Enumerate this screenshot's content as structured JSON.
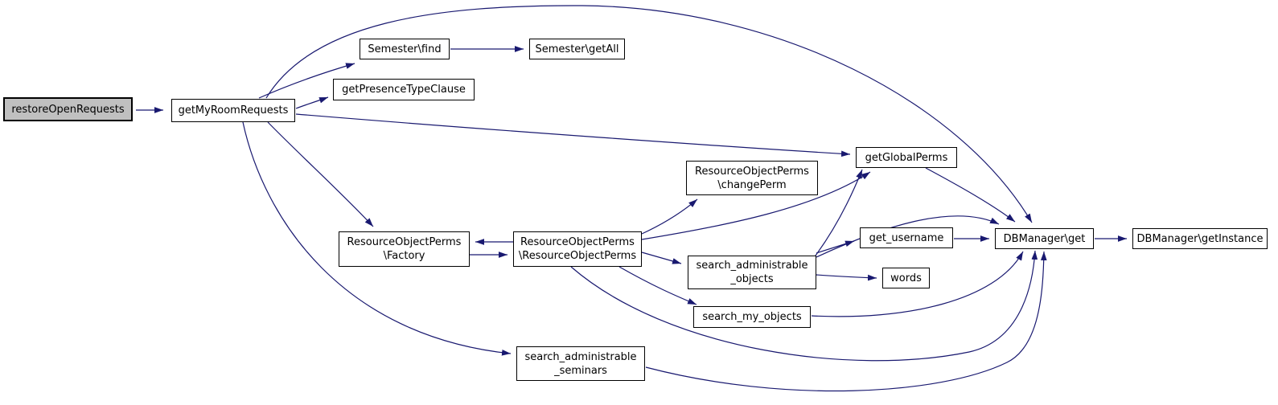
{
  "diagram": {
    "type": "call-graph",
    "background_color": "#ffffff",
    "edge_color": "#191970",
    "node_fill": "#ffffff",
    "node_border_color": "#000000",
    "highlighted_node_fill": "#c0c0c0",
    "highlighted_node": "restoreOpenRequests"
  },
  "nodes": {
    "restore": {
      "label": "restoreOpenRequests"
    },
    "getmy": {
      "label": "getMyRoomRequests"
    },
    "find": {
      "label": "Semester\\find"
    },
    "getall": {
      "label": "Semester\\getAll"
    },
    "gptc": {
      "label": "getPresenceTypeClause"
    },
    "ggp": {
      "label": "getGlobalPerms"
    },
    "cp": {
      "line1": "ResourceObjectPerms",
      "line2": "\\changePerm"
    },
    "factory": {
      "line1": "ResourceObjectPerms",
      "line2": "\\Factory"
    },
    "rop": {
      "line1": "ResourceObjectPerms",
      "line2": "\\ResourceObjectPerms"
    },
    "sao": {
      "line1": "search_administrable",
      "line2": "_objects"
    },
    "gu": {
      "label": "get_username"
    },
    "words": {
      "label": "words"
    },
    "smo": {
      "label": "search_my_objects"
    },
    "sas": {
      "line1": "search_administrable",
      "line2": "_seminars"
    },
    "dbget": {
      "label": "DBManager\\get"
    },
    "dbgi": {
      "label": "DBManager\\getInstance"
    }
  },
  "edges": [
    {
      "from": "restoreOpenRequests",
      "to": "getMyRoomRequests"
    },
    {
      "from": "getMyRoomRequests",
      "to": "Semester\\find"
    },
    {
      "from": "getMyRoomRequests",
      "to": "getPresenceTypeClause"
    },
    {
      "from": "getMyRoomRequests",
      "to": "getGlobalPerms"
    },
    {
      "from": "getMyRoomRequests",
      "to": "ResourceObjectPerms\\Factory"
    },
    {
      "from": "getMyRoomRequests",
      "to": "search_administrable_seminars"
    },
    {
      "from": "getMyRoomRequests",
      "to": "DBManager\\get"
    },
    {
      "from": "Semester\\find",
      "to": "Semester\\getAll"
    },
    {
      "from": "ResourceObjectPerms\\Factory",
      "to": "ResourceObjectPerms\\ResourceObjectPerms"
    },
    {
      "from": "ResourceObjectPerms\\ResourceObjectPerms",
      "to": "ResourceObjectPerms\\Factory"
    },
    {
      "from": "ResourceObjectPerms\\ResourceObjectPerms",
      "to": "ResourceObjectPerms\\changePerm"
    },
    {
      "from": "ResourceObjectPerms\\ResourceObjectPerms",
      "to": "getGlobalPerms"
    },
    {
      "from": "ResourceObjectPerms\\ResourceObjectPerms",
      "to": "search_administrable_objects"
    },
    {
      "from": "ResourceObjectPerms\\ResourceObjectPerms",
      "to": "search_my_objects"
    },
    {
      "from": "ResourceObjectPerms\\ResourceObjectPerms",
      "to": "DBManager\\get"
    },
    {
      "from": "search_administrable_objects",
      "to": "get_username"
    },
    {
      "from": "search_administrable_objects",
      "to": "getGlobalPerms"
    },
    {
      "from": "search_administrable_objects",
      "to": "words"
    },
    {
      "from": "search_administrable_objects",
      "to": "DBManager\\get"
    },
    {
      "from": "getGlobalPerms",
      "to": "DBManager\\get"
    },
    {
      "from": "get_username",
      "to": "DBManager\\get"
    },
    {
      "from": "search_my_objects",
      "to": "DBManager\\get"
    },
    {
      "from": "search_administrable_seminars",
      "to": "DBManager\\get"
    },
    {
      "from": "DBManager\\get",
      "to": "DBManager\\getInstance"
    }
  ]
}
